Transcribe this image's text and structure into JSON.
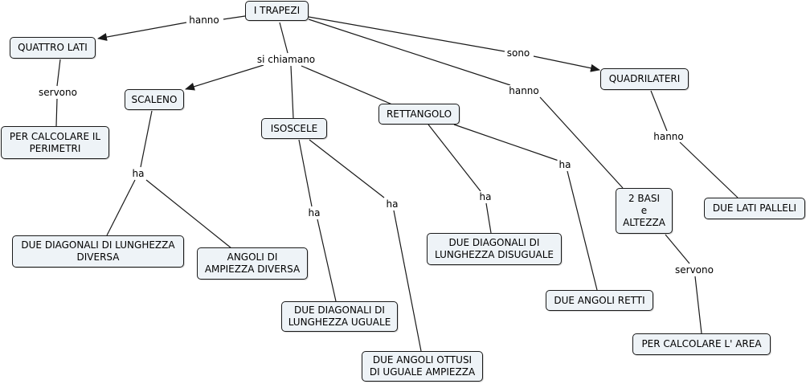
{
  "concept_map": {
    "nodes": {
      "trapezi": "I TRAPEZI",
      "quattro_lati": "QUATTRO LATI",
      "perimetro": "PER CALCOLARE IL\nPERIMETRI",
      "scaleno": "SCALENO",
      "isoscele": "ISOSCELE",
      "rettangolo": "RETTANGOLO",
      "quadrilateri": "QUADRILATERI",
      "scaleno_diagonali": "DUE DIAGONALI DI LUNGHEZZA\nDIVERSA",
      "scaleno_angoli": "ANGOLI DI\nAMPIEZZA DIVERSA",
      "isoscele_diagonali": "DUE DIAGONALI DI\nLUNGHEZZA UGUALE",
      "isoscele_angoli": "DUE ANGOLI OTTUSI\nDI UGUALE AMPIEZZA",
      "rettangolo_diagonali": "DUE DIAGONALI DI\nLUNGHEZZA DISUGUALE",
      "angoli_retti": "DUE ANGOLI RETTI",
      "basi_altezza": "2 BASI\ne\nALTEZZA",
      "area": "PER CALCOLARE L' AREA",
      "lati_palleli": "DUE LATI PALLELI"
    },
    "links": {
      "hanno_quattro_lati": "hanno",
      "servono_perimetro": "servono",
      "si_chiamano": "si chiamano",
      "sono": "sono",
      "hanno_basi": "hanno",
      "hanno_lati_palleli": "hanno",
      "ha_scaleno": "ha",
      "ha_isoscele_diag": "ha",
      "ha_isoscele_angoli": "ha",
      "ha_rettangolo_diag": "ha",
      "ha_rettangolo_angoli": "ha",
      "servono_area": "servono"
    },
    "colors": {
      "node_fill": "#eef3f7",
      "node_border": "#1a1a1a",
      "link": "#1a1a1a"
    }
  }
}
